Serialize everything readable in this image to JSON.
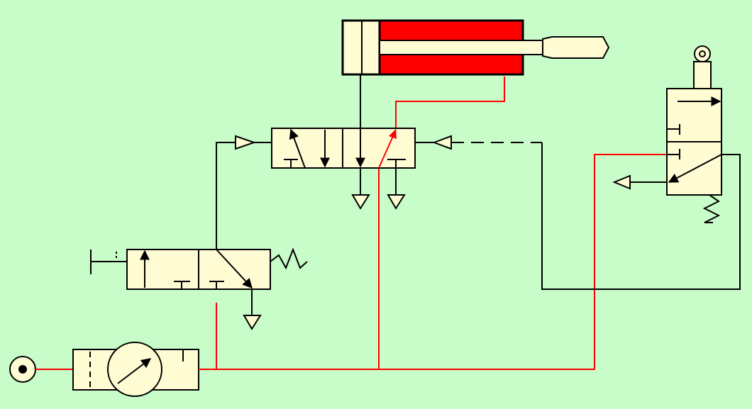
{
  "diagram": {
    "type": "pneumatic-circuit",
    "components": [
      "double-acting-cylinder",
      "5-2-pilot-operated-directional-valve",
      "3-2-push-button-valve-spring-return",
      "3-2-roller-lever-valve-spring-return",
      "filter-regulator-with-gauge",
      "air-supply"
    ],
    "line_states": {
      "pressurized": "red",
      "exhaust_or_idle": "black",
      "pilot": "dashed"
    }
  },
  "colors": {
    "background": "#c8fcc8",
    "component_fill": "#fffcd4",
    "pressurized_line": "#ff0000",
    "idle_line": "#000000",
    "cylinder_chamber": "#ff0000"
  }
}
